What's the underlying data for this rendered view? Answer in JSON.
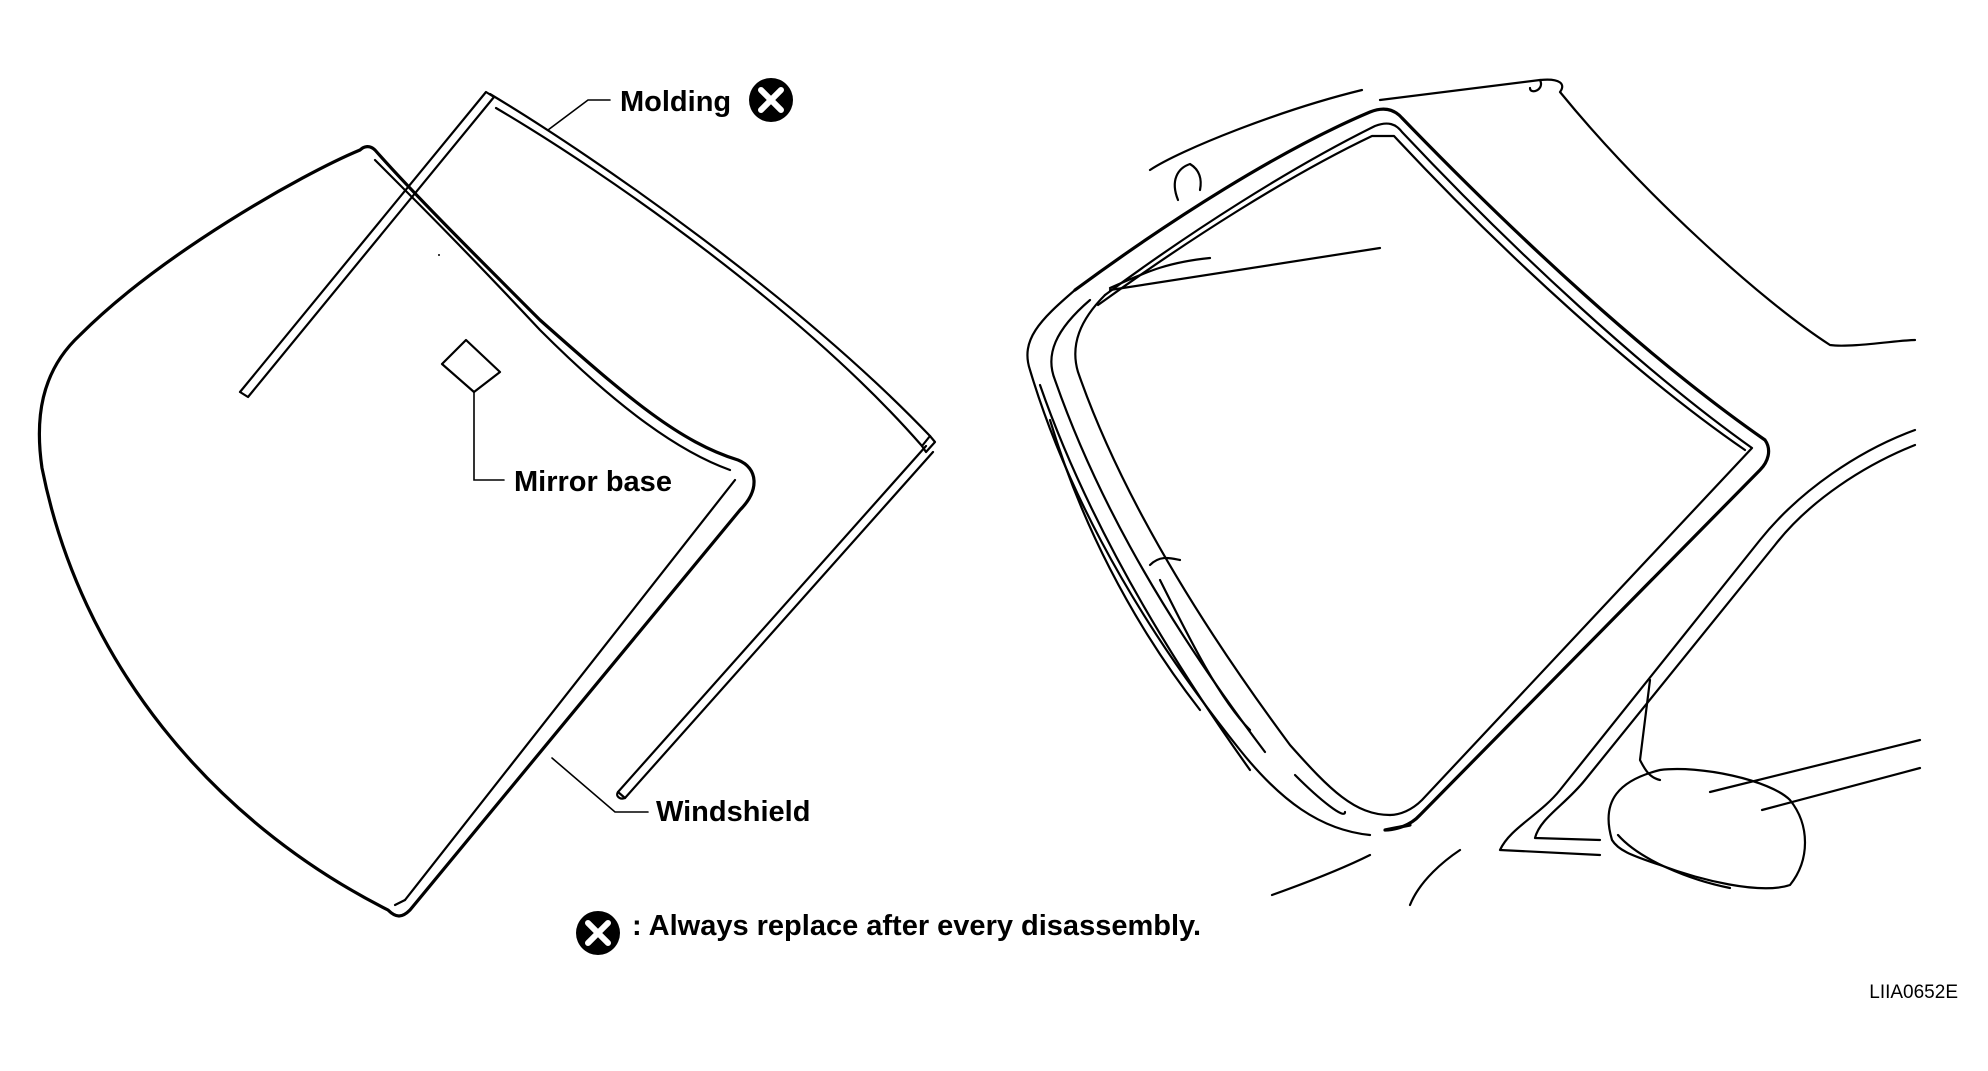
{
  "labels": {
    "molding": "Molding",
    "mirror_base": "Mirror base",
    "windshield": "Windshield"
  },
  "legend": {
    "note": ": Always replace after every disassembly."
  },
  "figure_code": "LIIA0652E",
  "symbols": {
    "replace_symbol": "circled-x-icon"
  }
}
